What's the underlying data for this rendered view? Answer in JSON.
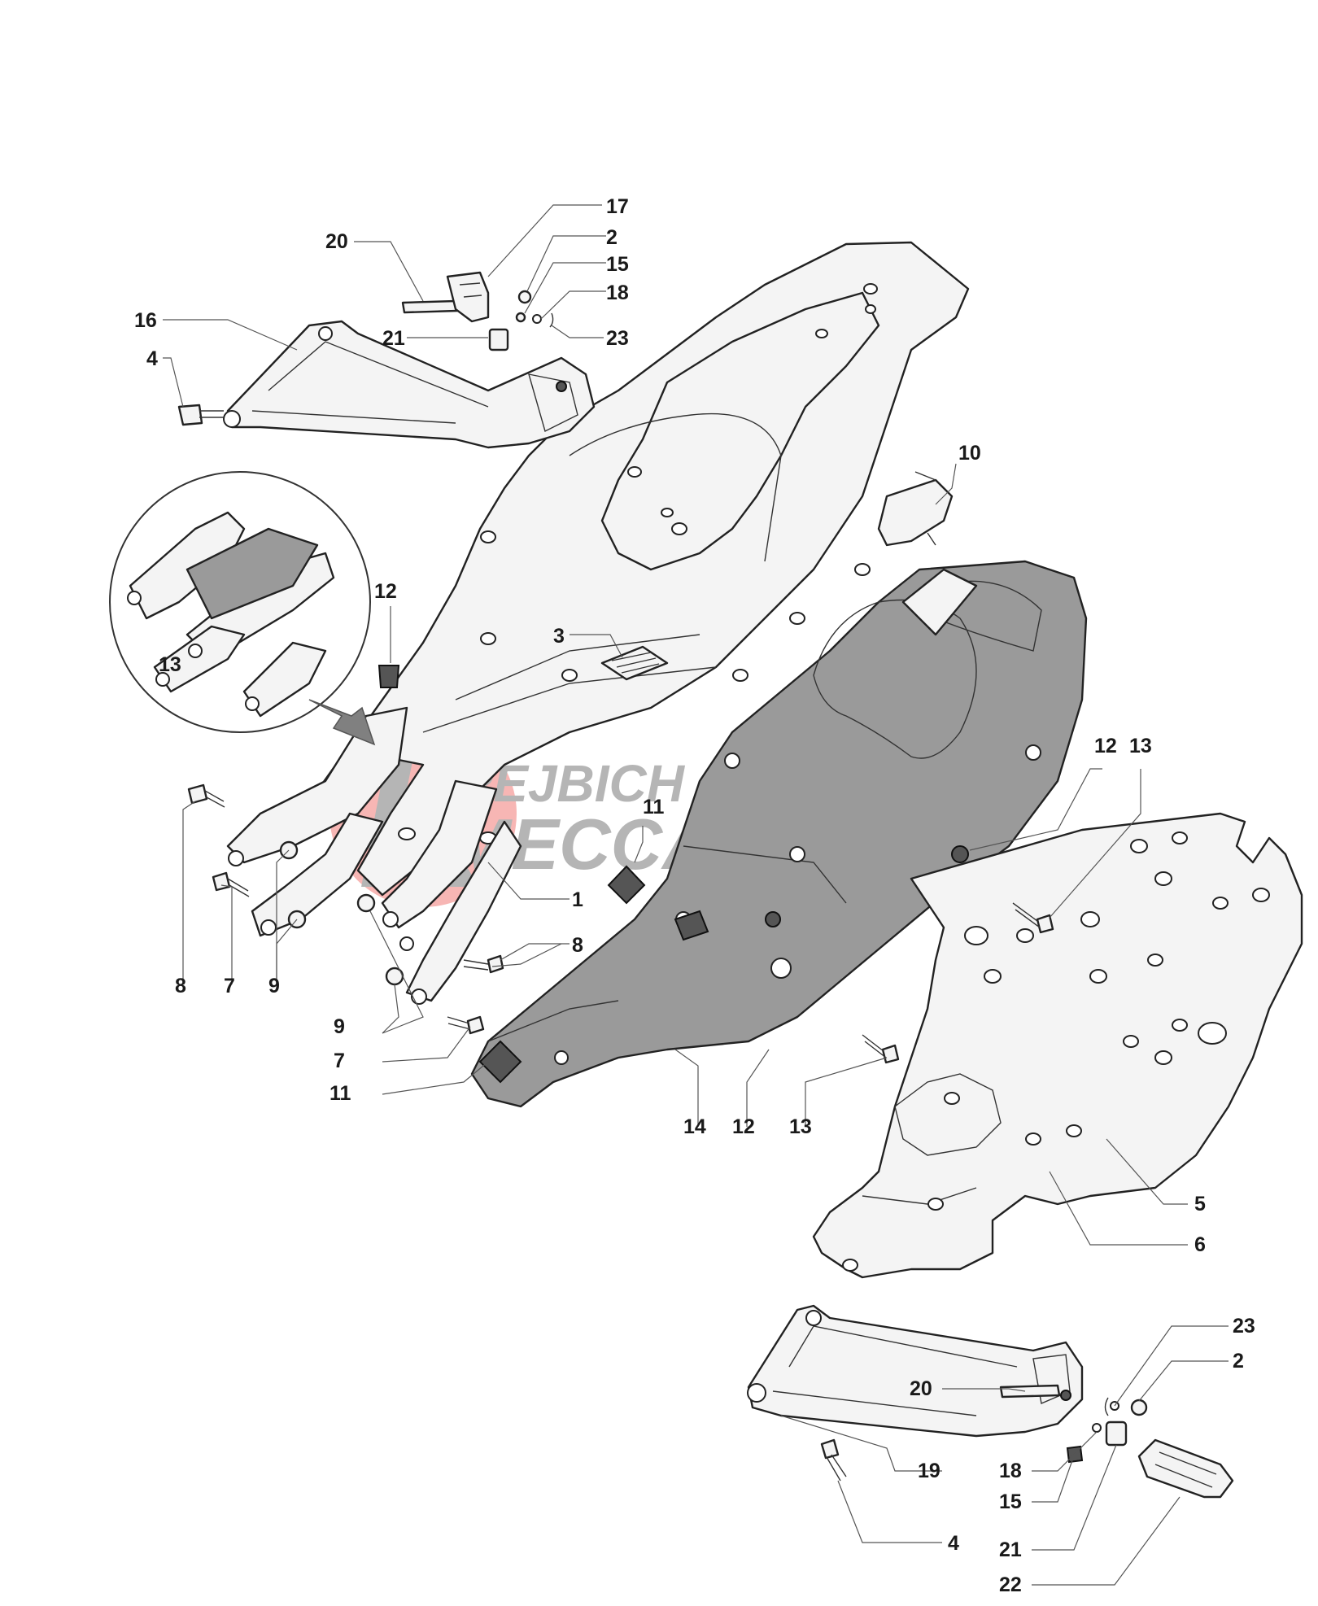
{
  "diagram": {
    "callouts": {
      "c17": "17",
      "c20a": "20",
      "c2a": "2",
      "c15a": "15",
      "c18a": "18",
      "c16": "16",
      "c21a": "21",
      "c23a": "23",
      "c4a": "4",
      "c10": "10",
      "c12a": "12",
      "c3": "3",
      "c13a": "13",
      "c12b": "12",
      "c13b": "13",
      "c11a": "11",
      "c1": "1",
      "c8a": "8",
      "c7a": "7",
      "c9a": "9",
      "c8b": "8",
      "c9b": "9",
      "c7b": "7",
      "c11b": "11",
      "c14": "14",
      "c12c": "12",
      "c13c": "13",
      "c5": "5",
      "c6": "6",
      "c23b": "23",
      "c2b": "2",
      "c20b": "20",
      "c19": "19",
      "c18b": "18",
      "c15b": "15",
      "c4b": "4",
      "c21b": "21",
      "c22": "22"
    },
    "watermark": {
      "line1": "REJBICH",
      "line2": "MECCANICA",
      "letter": "K",
      "accent_color": "#e8413c"
    }
  }
}
